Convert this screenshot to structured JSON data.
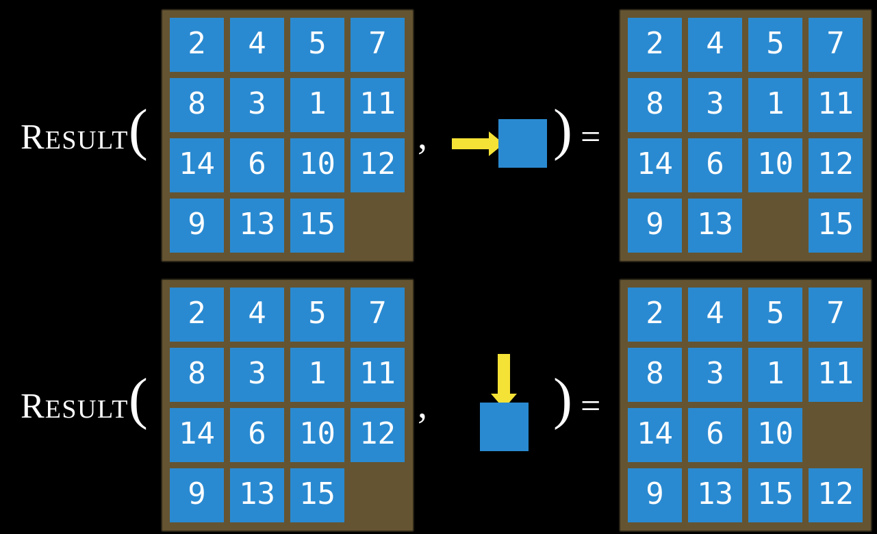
{
  "colors": {
    "background": "#000000",
    "board_frame_brown": "#655431",
    "board_border_dark": "#2b2517",
    "tile_blue": "#2a8ad1",
    "arrow_yellow": "#f5e236",
    "text_white": "#ffffff"
  },
  "rows": [
    {
      "function_name_initial": "R",
      "function_name_rest": "ESULT",
      "open_paren": "(",
      "comma": ",",
      "close_paren": ")",
      "equals": "=",
      "move_direction": "right",
      "input_board": {
        "rows": 4,
        "cols": 4,
        "cells": [
          "2",
          "4",
          "5",
          "7",
          "8",
          "3",
          "1",
          "11",
          "14",
          "6",
          "10",
          "12",
          "9",
          "13",
          "15",
          null
        ]
      },
      "output_board": {
        "rows": 4,
        "cols": 4,
        "cells": [
          "2",
          "4",
          "5",
          "7",
          "8",
          "3",
          "1",
          "11",
          "14",
          "6",
          "10",
          "12",
          "9",
          "13",
          null,
          "15"
        ]
      }
    },
    {
      "function_name_initial": "R",
      "function_name_rest": "ESULT",
      "open_paren": "(",
      "comma": ",",
      "close_paren": ")",
      "equals": "=",
      "move_direction": "down",
      "input_board": {
        "rows": 4,
        "cols": 4,
        "cells": [
          "2",
          "4",
          "5",
          "7",
          "8",
          "3",
          "1",
          "11",
          "14",
          "6",
          "10",
          "12",
          "9",
          "13",
          "15",
          null
        ]
      },
      "output_board": {
        "rows": 4,
        "cols": 4,
        "cells": [
          "2",
          "4",
          "5",
          "7",
          "8",
          "3",
          "1",
          "11",
          "14",
          "6",
          "10",
          null,
          "9",
          "13",
          "15",
          "12"
        ]
      }
    }
  ]
}
